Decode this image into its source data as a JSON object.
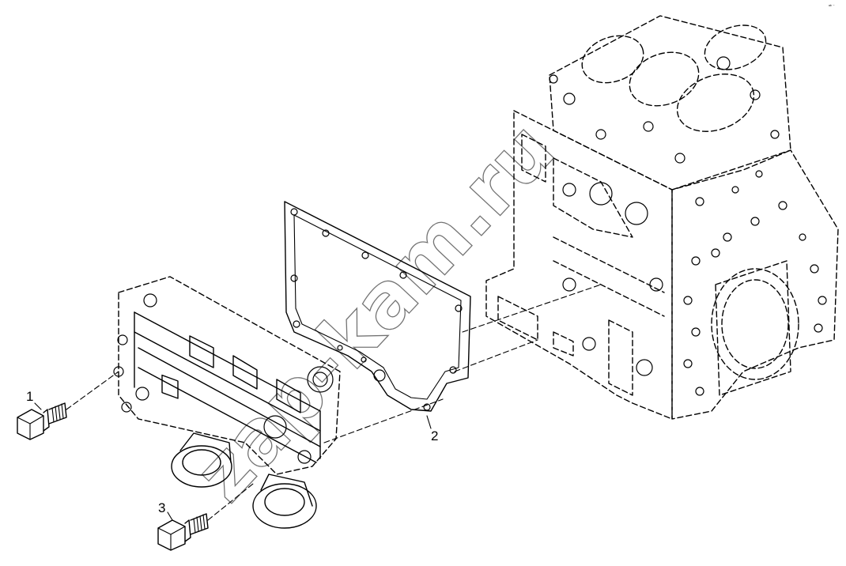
{
  "labels": {
    "part_1": "1",
    "part_2": "2",
    "part_3": "3"
  },
  "watermark": "zap-kam.ru",
  "corner_mark": "ᵃᵇ ⁻"
}
